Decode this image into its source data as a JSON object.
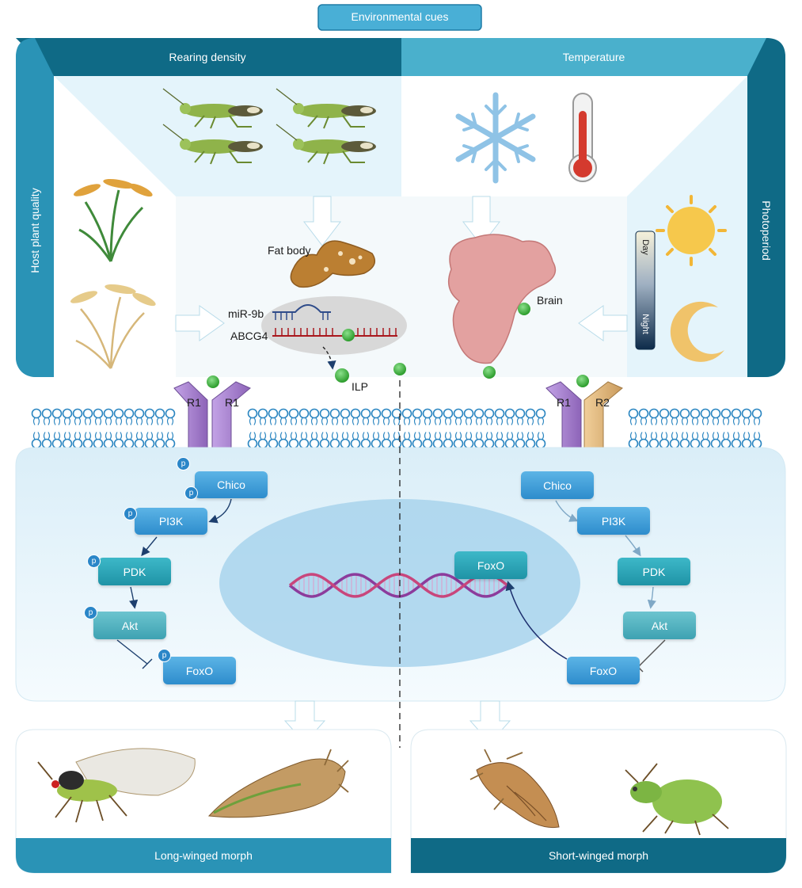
{
  "header": {
    "title": "Environmental cues"
  },
  "cues": {
    "rearing_density": "Rearing density",
    "temperature": "Temperature",
    "host_plant_quality": "Host plant quality",
    "photoperiod": "Photoperiod",
    "day": "Day",
    "night": "Night"
  },
  "tissues": {
    "fat_body": "Fat body",
    "brain": "Brain",
    "mir9b": "miR-9b",
    "abcg4": "ABCG4",
    "ilp": "ILP"
  },
  "receptors": {
    "left_r1a": "R1",
    "left_r1b": "R1",
    "right_r1": "R1",
    "right_r2": "R2"
  },
  "pathway": {
    "left": {
      "chico": "Chico",
      "pi3k": "PI3K",
      "pdk": "PDK",
      "akt": "Akt",
      "foxo": "FoxO"
    },
    "right": {
      "chico": "Chico",
      "pi3k": "PI3K",
      "pdk": "PDK",
      "akt": "Akt",
      "foxo": "FoxO",
      "foxo_nucleus": "FoxO"
    },
    "phospho": "p"
  },
  "morphs": {
    "long": "Long-winged morph",
    "short": "Short-winged morph"
  },
  "colors": {
    "dark_banner": "#0f6a86",
    "light_banner": "#4ab0cc",
    "frame": "#2a93b6",
    "ilp": "#3aa83a",
    "receptor_r1": "#a07cc8",
    "receptor_r2": "#dcb27a"
  }
}
